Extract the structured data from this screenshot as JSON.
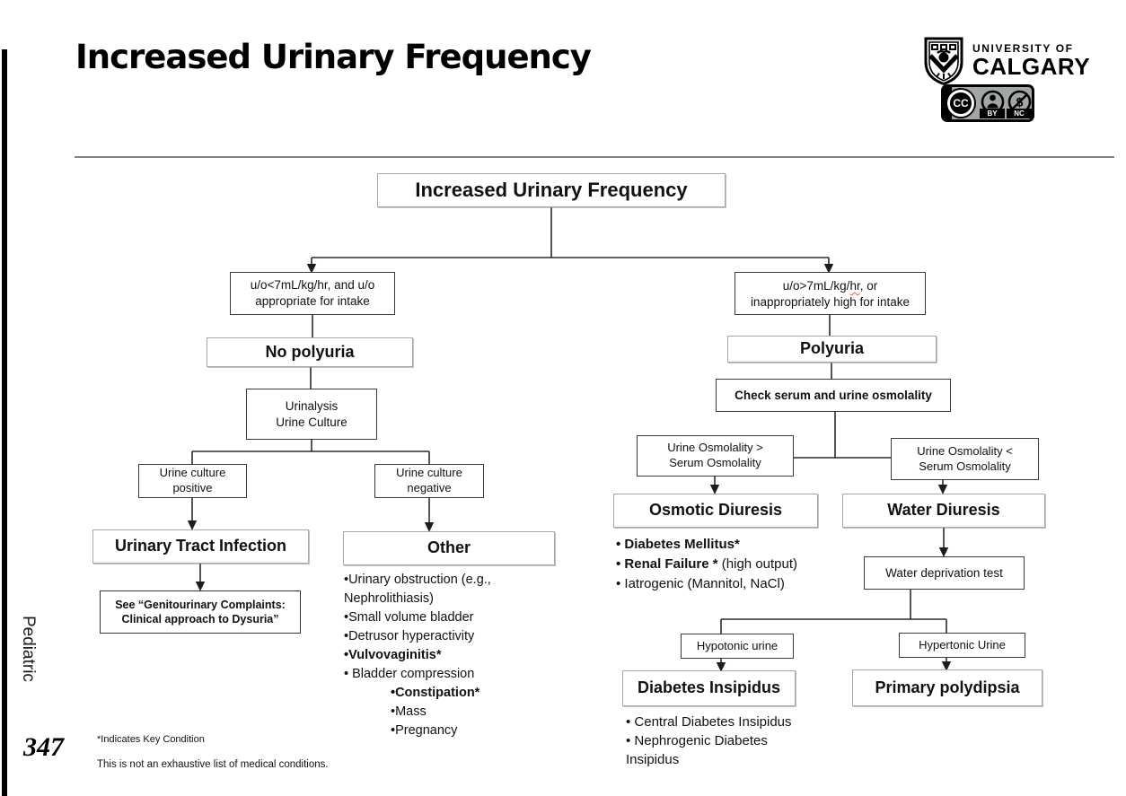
{
  "page": {
    "title": "Increased Urinary Frequency",
    "section_label": "Pediatric",
    "page_number": "347",
    "footnote_key": "*Indicates Key Condition",
    "footnote_disclaimer": "This is not an exhaustive list of medical conditions."
  },
  "branding": {
    "university_top": "UNIVERSITY OF",
    "university_name": "CALGARY",
    "license_cc": "CC",
    "license_by": "BY",
    "license_nc": "NC"
  },
  "flowchart": {
    "root": "Increased Urinary Frequency",
    "low_criteria": "u/o<7mL/kg/hr, and u/o\nappropriate for intake",
    "no_polyuria": "No polyuria",
    "urinalysis": "Urinalysis\nUrine Culture",
    "culture_positive": "Urine culture\npositive",
    "culture_negative": "Urine culture\nnegative",
    "uti": "Urinary Tract Infection",
    "see_note": "See “Genitourinary Complaints:\nClinical approach to Dysuria”",
    "other": "Other",
    "other_list": [
      {
        "text": "•Urinary obstruction (e.g.,\nNephrolithiasis)"
      },
      {
        "text": "•Small volume bladder"
      },
      {
        "text": "•Detrusor hyperactivity"
      },
      {
        "text": "•Vulvovaginitis*"
      },
      {
        "text": "• Bladder compression"
      },
      {
        "text": "•Constipation*"
      },
      {
        "text": "•Mass"
      },
      {
        "text": "•Pregnancy"
      }
    ],
    "high_criteria_pre": "u/o>7mL/kg/",
    "high_criteria_squiggle": "hr",
    "high_criteria_post": ", or",
    "high_criteria_line2": "inappropriately high for intake",
    "polyuria": "Polyuria",
    "check_osmolality": "Check serum and urine osmolality",
    "urine_osm_greater": "Urine Osmolality >\nSerum Osmolality",
    "urine_osm_less": "Urine Osmolality <\nSerum Osmolality",
    "osmotic_diuresis": "Osmotic Diuresis",
    "osmotic_list": {
      "item1": "• Diabetes Mellitus*",
      "item2_bold": "• Renal Failure *",
      "item2_normal": " (high output)",
      "item3": "• Iatrogenic (Mannitol, NaCl)"
    },
    "water_diuresis": "Water Diuresis",
    "water_deprivation": "Water deprivation test",
    "hypotonic": "Hypotonic urine",
    "hypertonic": "Hypertonic Urine",
    "diabetes_insipidus": "Diabetes Insipidus",
    "di_list": {
      "item1": "• Central Diabetes Insipidus",
      "item2": "• Nephrogenic Diabetes\nInsipidus"
    },
    "primary_polydipsia": "Primary polydipsia"
  }
}
